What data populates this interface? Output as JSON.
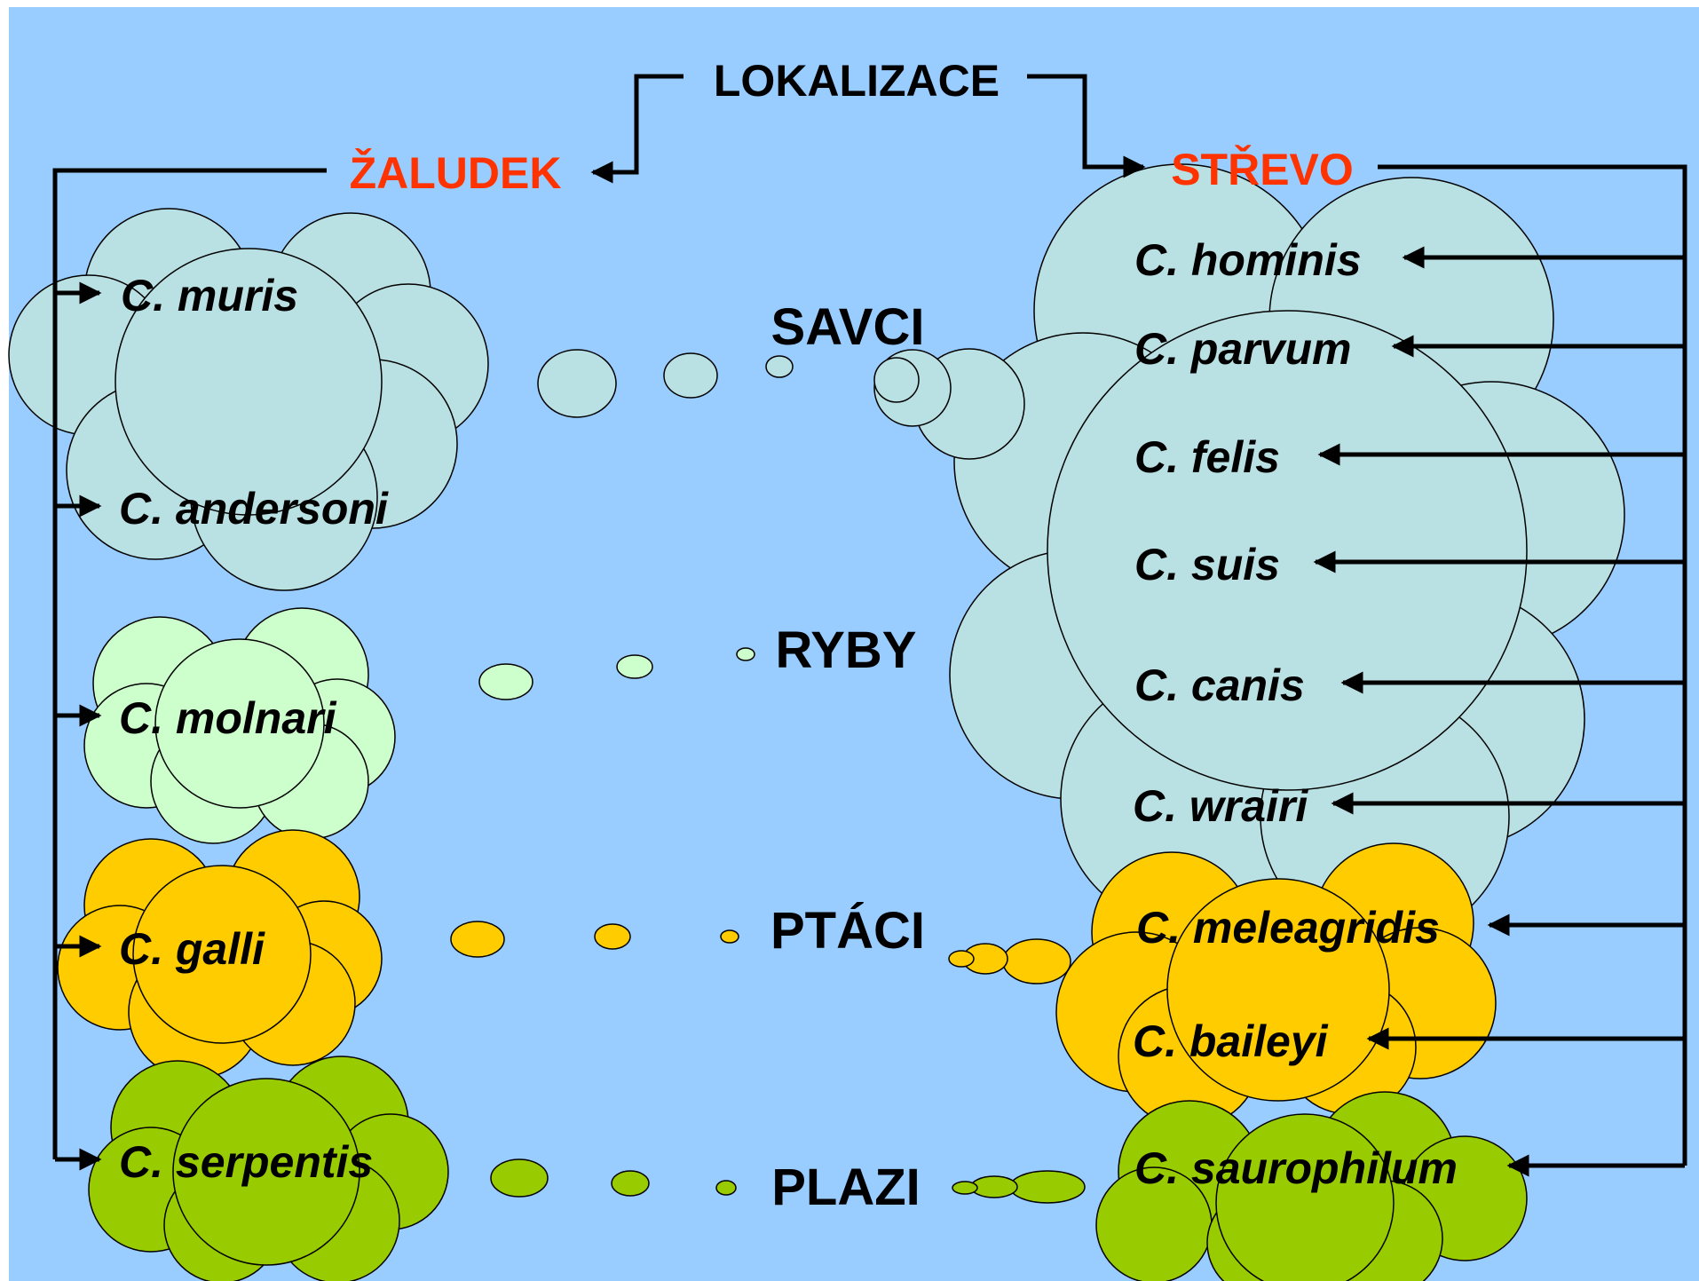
{
  "title": "LOKALIZACE",
  "locations": {
    "stomach": "ŽALUDEK",
    "intestine": "STŘEVO"
  },
  "groups": {
    "mammals": "SAVCI",
    "fish": "RYBY",
    "birds": "PTÁCI",
    "reptiles": "PLAZI"
  },
  "species": {
    "muris": "C. muris",
    "andersoni": "C. andersoni",
    "molnari": "C. molnari",
    "galli": "C. galli",
    "serpentis": "C. serpentis",
    "hominis": "C. hominis",
    "parvum": "C. parvum",
    "felis": "C. felis",
    "suis": "C. suis",
    "canis": "C. canis",
    "wrairi": "C. wrairi",
    "meleagridis": "C. meleagridis",
    "baileyi": "C. baileyi",
    "saurophilum": "C. saurophilum"
  },
  "colors": {
    "background": "#99ccff",
    "location_text": "#ff3300",
    "mammals_cloud": "#b9e0e3",
    "fish_cloud": "#ccffcc",
    "birds_cloud": "#ffcc00",
    "reptiles_cloud": "#99cc00",
    "line": "#000000"
  }
}
